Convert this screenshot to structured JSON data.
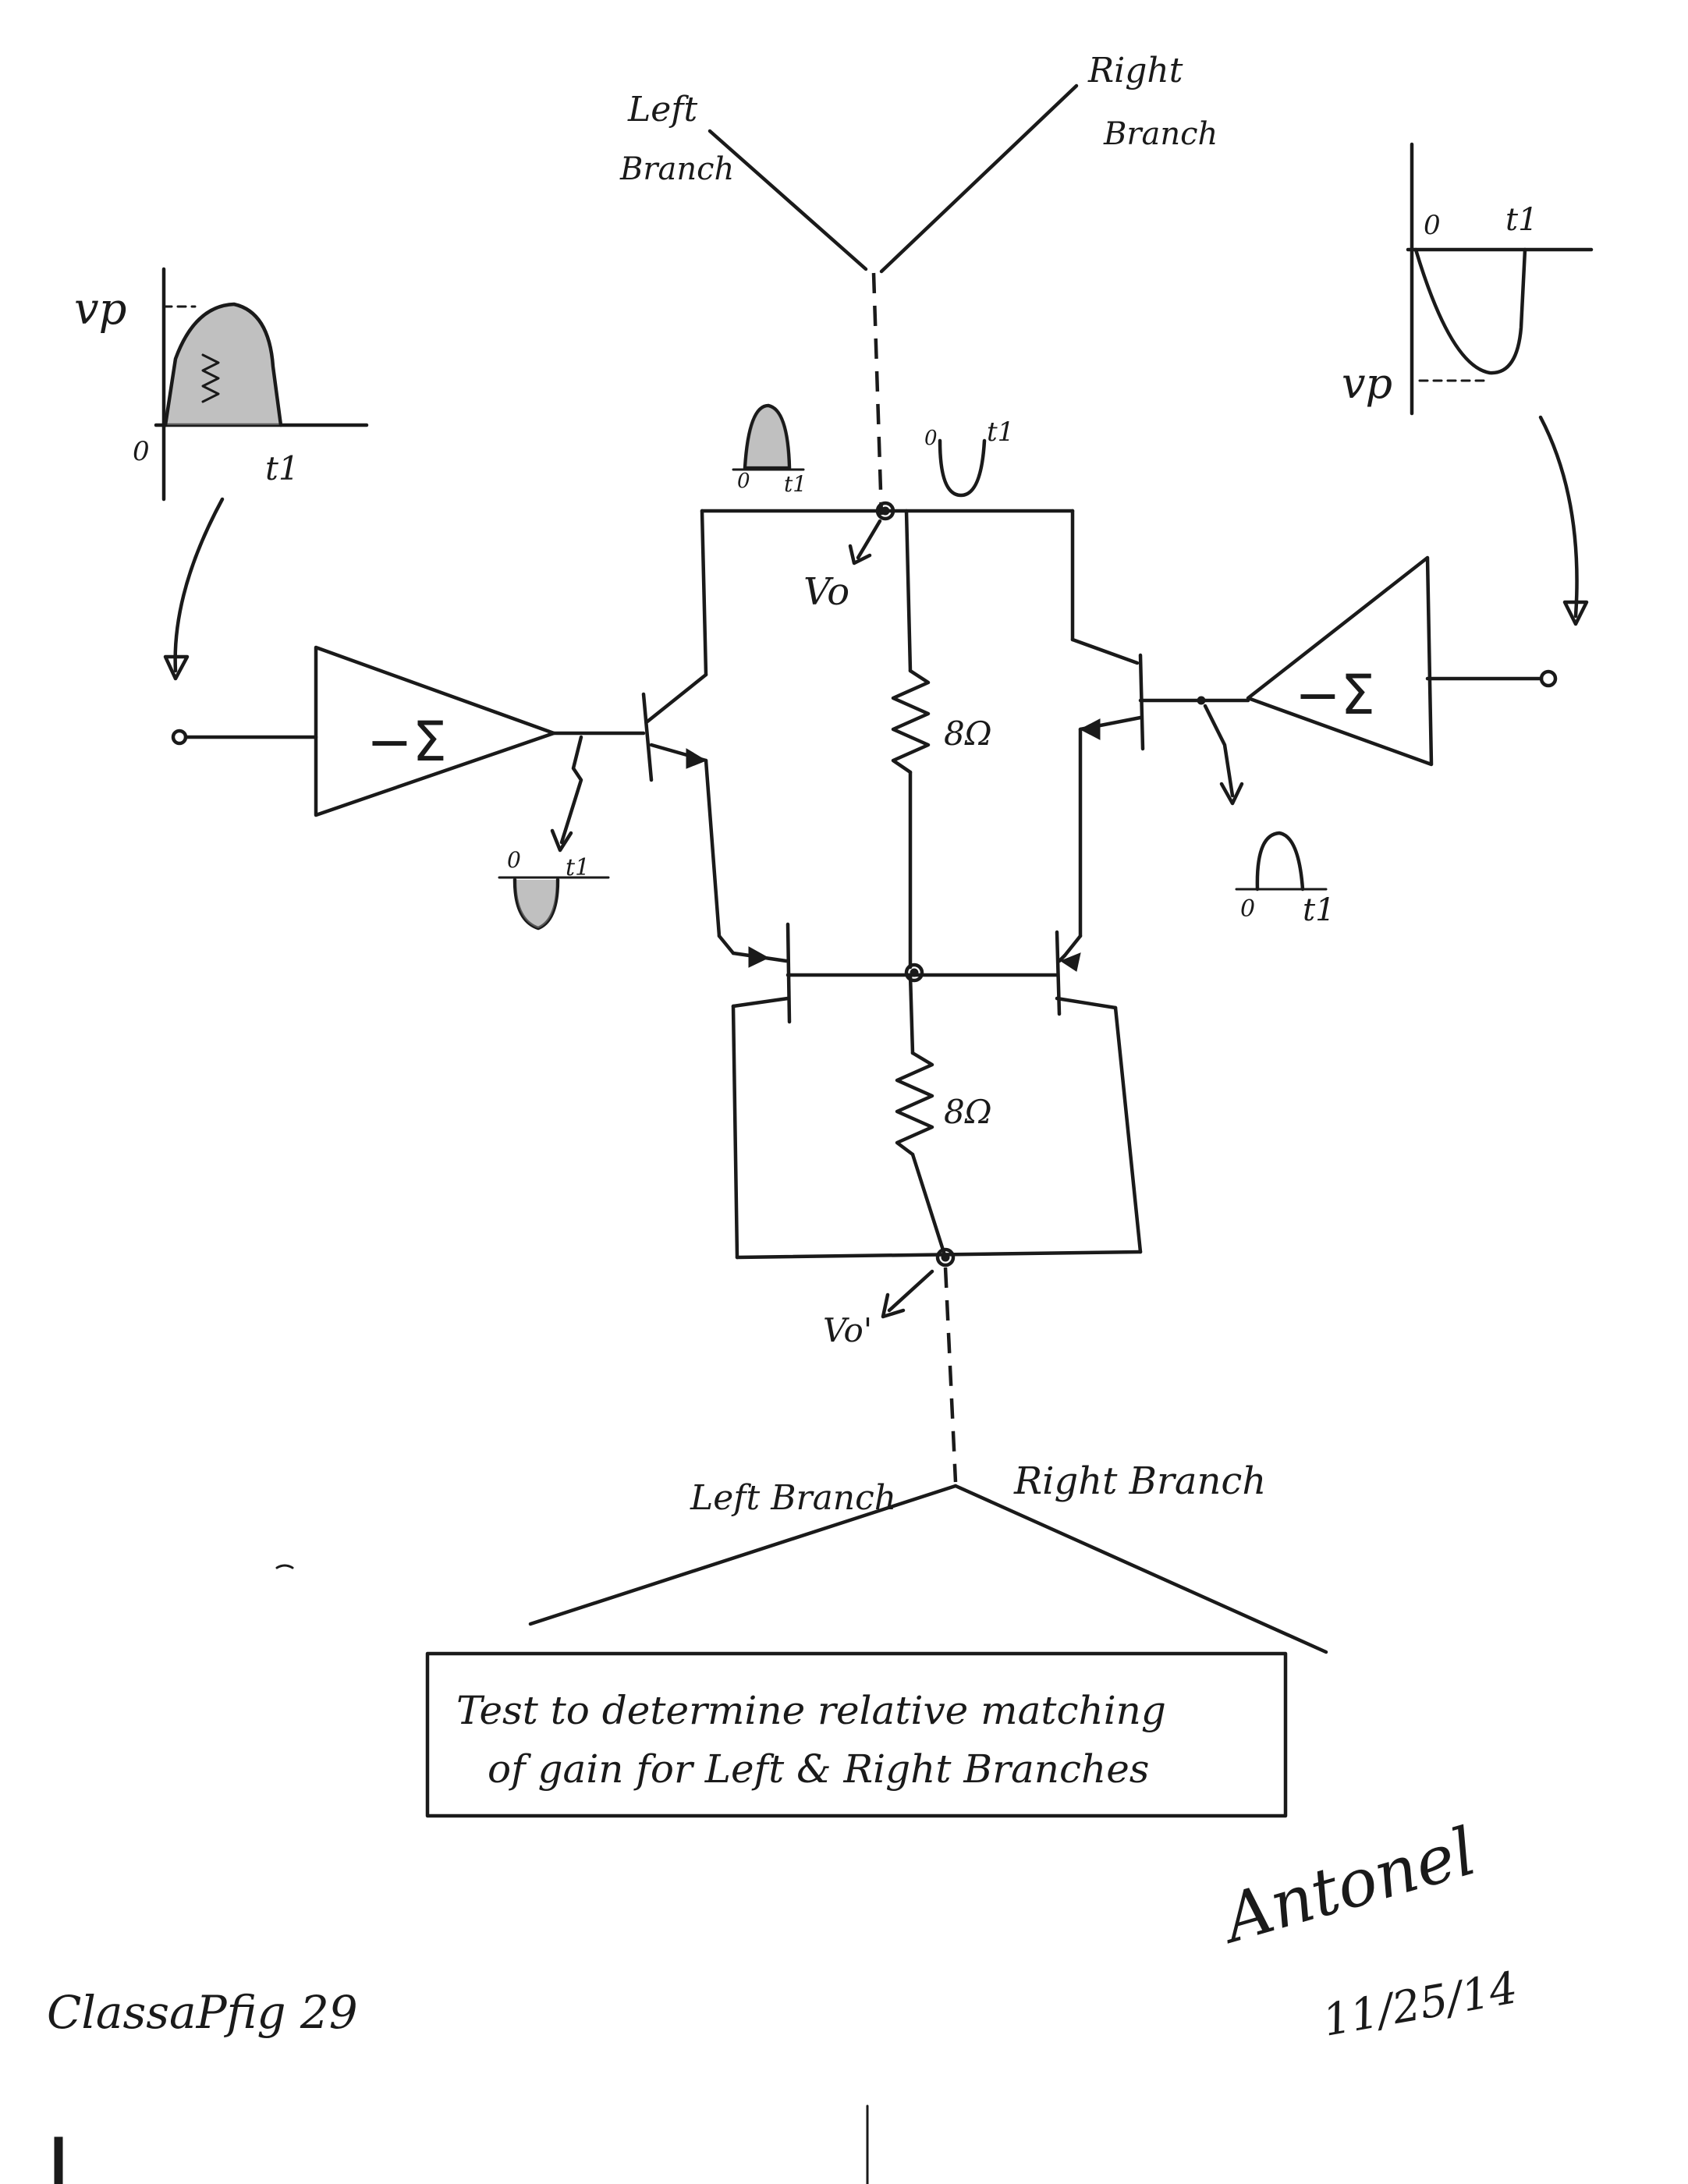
{
  "top_labels": {
    "left_branch_line1": "Left",
    "left_branch_line2": "Branch",
    "right_branch_line1": "Right",
    "right_branch_line2": "Branch"
  },
  "bottom_labels": {
    "left_branch": "Left Branch",
    "right_branch": "Right Branch"
  },
  "left_input_waveform": {
    "y_label": "vp",
    "origin": "0",
    "t_label": "t1"
  },
  "right_input_waveform": {
    "y_label": "vp",
    "origin": "0",
    "t_label": "t1"
  },
  "left_amplifier_label": "−Σ",
  "right_amplifier_label": "−Σ",
  "left_output_waveform": {
    "origin": "0",
    "t_label": "t1"
  },
  "right_output_waveform": {
    "origin": "0",
    "t_label": "t1"
  },
  "top_node_waveforms": {
    "left_origin": "0",
    "left_t": "t1",
    "right_origin": "0",
    "right_t": "t1"
  },
  "vo_label": "Vo",
  "vo_prime_label": "Vo'",
  "resistor_top": "8Ω",
  "resistor_bottom": "8Ω",
  "caption_box": {
    "line1": "Test to determine relative matching",
    "line2": "of gain for Left & Right Branches"
  },
  "figure_id": "ClassaPfig 29",
  "signature": "Antonel",
  "date": "11/25/14"
}
